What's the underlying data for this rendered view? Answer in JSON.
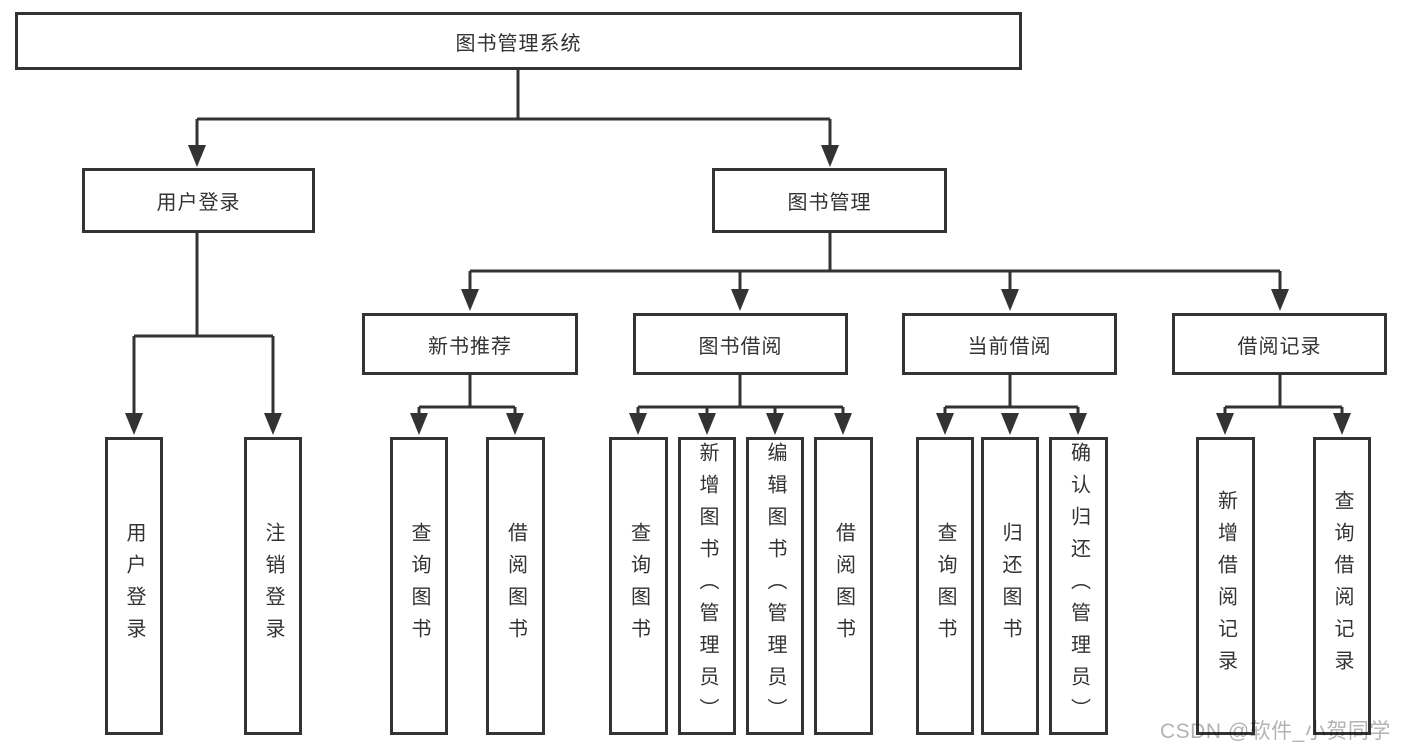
{
  "diagram": {
    "root": {
      "label": "图书管理系统"
    },
    "branches": [
      {
        "label": "用户登录",
        "children": [
          {
            "label": "用户登录"
          },
          {
            "label": "注销登录"
          }
        ]
      },
      {
        "label": "图书管理",
        "groups": [
          {
            "label": "新书推荐",
            "children": [
              {
                "label": "查询图书"
              },
              {
                "label": "借阅图书"
              }
            ]
          },
          {
            "label": "图书借阅",
            "children": [
              {
                "label": "查询图书"
              },
              {
                "label": "新增图书（管理员）"
              },
              {
                "label": "编辑图书（管理员）"
              },
              {
                "label": "借阅图书"
              }
            ]
          },
          {
            "label": "当前借阅",
            "children": [
              {
                "label": "查询图书"
              },
              {
                "label": "归还图书"
              },
              {
                "label": "确认归还（管理员）"
              }
            ]
          },
          {
            "label": "借阅记录",
            "children": [
              {
                "label": "新增借阅记录"
              },
              {
                "label": "查询借阅记录"
              }
            ]
          }
        ]
      }
    ]
  },
  "watermark": {
    "text": "CSDN @软件_小贺同学"
  },
  "colors": {
    "line": "#333333",
    "border": "#333333",
    "text": "#333333",
    "watermark": "#b3b3b3",
    "background": "#ffffff"
  }
}
